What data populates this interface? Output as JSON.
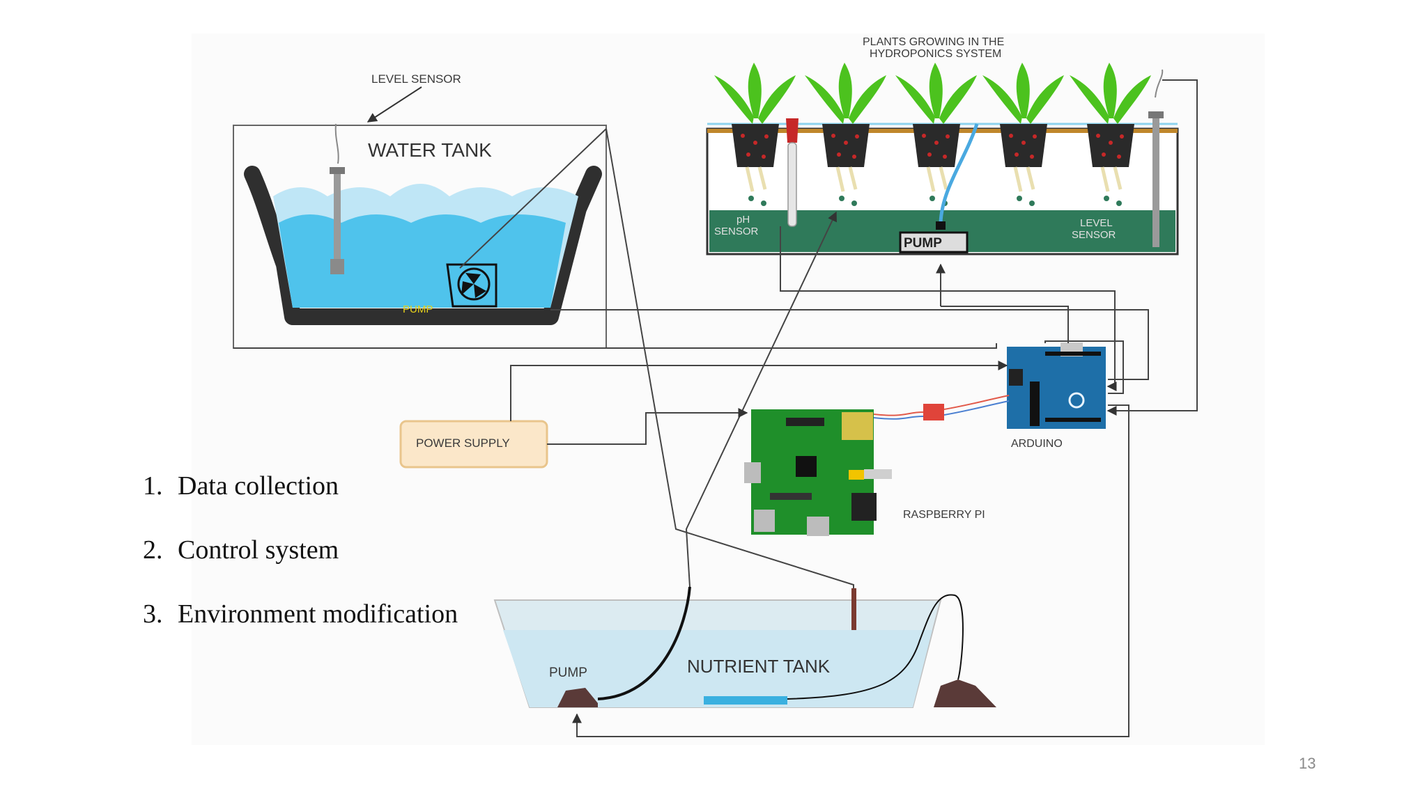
{
  "diagram": {
    "labels": {
      "level_sensor_top": "LEVEL SENSOR",
      "water_tank": "WATER TANK",
      "water_tank_pump": "PUMP",
      "plants_title_line1": "PLANTS GROWING IN THE",
      "plants_title_line2": "HYDROPONICS SYSTEM",
      "ph_sensor_line1": "pH",
      "ph_sensor_line2": "SENSOR",
      "hydro_pump": "PUMP",
      "level_sensor_right_line1": "LEVEL",
      "level_sensor_right_line2": "SENSOR",
      "power_supply": "POWER SUPPLY",
      "arduino": "ARDUINO",
      "raspberry_pi": "RASPBERRY PI",
      "nutrient_tank": "NUTRIENT TANK",
      "nutrient_pump": "PUMP"
    }
  },
  "list": {
    "items": [
      {
        "num": "1.",
        "text": "Data collection"
      },
      {
        "num": "2.",
        "text": "Control system"
      },
      {
        "num": "3.",
        "text": "Environment modification"
      }
    ]
  },
  "page_number": "13",
  "colors": {
    "water": "#4fc3ec",
    "water_light": "#bfe6f6",
    "plant_green": "#4cc21e",
    "hydro_base": "#2f7a5a",
    "board_green": "#1f8f2a",
    "arduino_blue": "#1e6fa8",
    "power_fill": "#fbe7c9",
    "power_border": "#e9c58c"
  }
}
